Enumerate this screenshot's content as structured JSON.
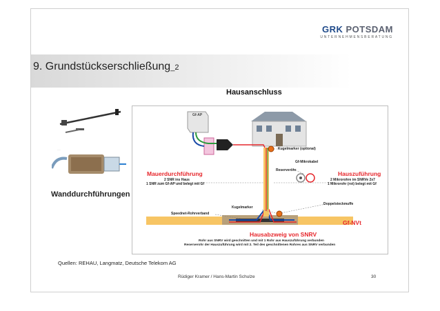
{
  "logo": {
    "brand_a": "GRK",
    "brand_b": "POTSDAM",
    "tagline": "UNTERNEHMENSBERATUNG"
  },
  "slide": {
    "title": "9. Grundstückserschließung",
    "title_suffix": "_2",
    "subtitle": "Hausanschluss",
    "photo_caption": "Wanddurchführungen",
    "sources": "Quellen:  REHAU,  Langmatz,  Deutsche Telekom AG",
    "footer": "Rüdiger Kramer  /  Hans-Martin Schulze",
    "page_number": "30"
  },
  "diagram": {
    "gf_ap": "Gf-AP",
    "kugelmarker_optional": "Kugelmarker (optional)",
    "gf_mikrokabel": "Gf-Mikrokabel",
    "reserverohr": "Reserverohr",
    "mauer_title": "Mauerdurchführung",
    "mauer_line1": "2 SNR ins Haus",
    "mauer_line2": "1 SNR zum Gf-AP und belegt mit Gf",
    "haus_title": "Hauszuführung",
    "haus_line1": "2 Mikrorohre im SNRVe 2x7",
    "haus_line2": "1 Mikrorohr (rot) belegt mit Gf",
    "kugelmarker": "Kugelmarker",
    "doppelsteckmuffe": "Doppelsteckmuffe",
    "speednet": "Speednet-Rohrverband",
    "gf_nvt": "Gf-NVt",
    "abzweig_title": "Hausabzweig von SNRV",
    "abzweig_line1": "Rohr aus SNRV wird geschnitten und mit 1 Rohr aus Hauszuführung verbunden",
    "abzweig_line2": "Reserverohr der Hauszuführung wird mit 2. Teil des geschnittenen Rohres aus SNRV verbunden"
  },
  "colors": {
    "accent_red": "#e6262b",
    "duct_orange": "#f7c564",
    "brand_blue": "#1f4a8a"
  }
}
